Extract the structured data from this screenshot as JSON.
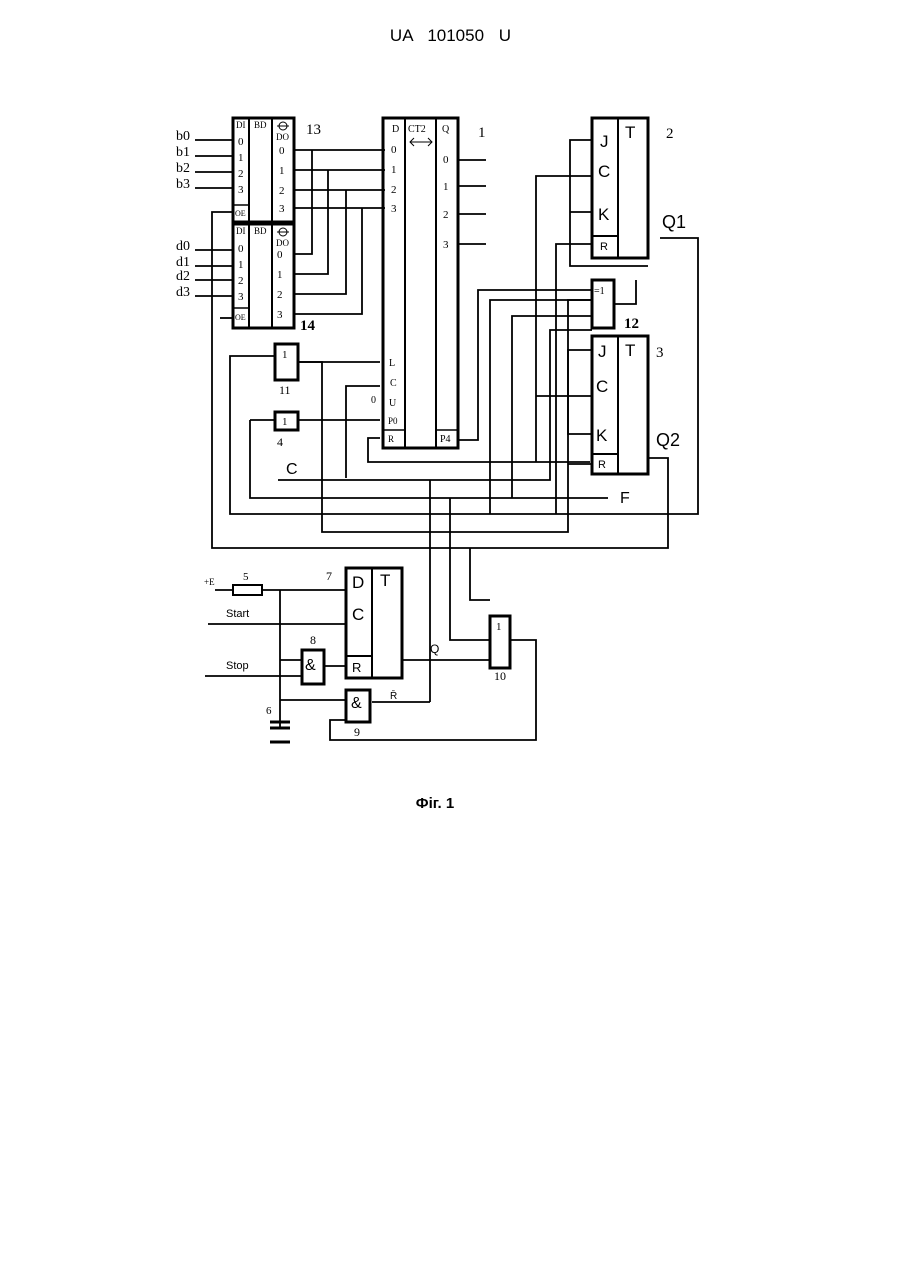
{
  "header": {
    "doc_id": "UA   101050   U"
  },
  "caption": "Фіг. 1",
  "diagram": {
    "inputs_b": [
      "b0",
      "b1",
      "b2",
      "b3"
    ],
    "inputs_d": [
      "d0",
      "d1",
      "d2",
      "d3"
    ],
    "mux13": {
      "number": "13",
      "col_di": "DI",
      "col_bd": "BD",
      "col_do": "DO",
      "pins": [
        "0",
        "1",
        "2",
        "3"
      ],
      "oe": "OE"
    },
    "mux14": {
      "number": "14",
      "col_di": "DI",
      "col_bd": "BD",
      "col_do": "DO",
      "pins": [
        "0",
        "1",
        "2",
        "3"
      ],
      "oe": "OE"
    },
    "counter1": {
      "number": "1",
      "col_d": "D",
      "title": "CT2",
      "col_q": "Q",
      "pins_in": [
        "0",
        "1",
        "2",
        "3"
      ],
      "pins_out": [
        "0",
        "1",
        "2",
        "3"
      ],
      "ctrl": [
        "L",
        "C",
        "U",
        "P0",
        "R"
      ],
      "u_value": "0",
      "carry": "P4"
    },
    "ff2": {
      "number": "2",
      "type": "T",
      "pins": [
        "J",
        "C",
        "K",
        "R"
      ],
      "output": "Q1"
    },
    "ff3": {
      "number": "3",
      "type": "T",
      "pins": [
        "J",
        "C",
        "K",
        "R"
      ],
      "output": "Q2"
    },
    "xor12": {
      "number": "12",
      "symbol": "=1"
    },
    "gate11": {
      "number": "11",
      "symbol": "1"
    },
    "gate4": {
      "number": "4",
      "symbol": "1"
    },
    "signal_c": "C",
    "signal_f": "F",
    "res5": {
      "number": "5",
      "supply": "+E"
    },
    "cap6": {
      "number": "6"
    },
    "dff7": {
      "number": "7",
      "type": "T",
      "pins": [
        "D",
        "C",
        "R"
      ],
      "output": "Q",
      "output_inv": "R̄"
    },
    "and8": {
      "number": "8",
      "symbol": "&"
    },
    "and9": {
      "number": "9",
      "symbol": "&"
    },
    "or10": {
      "number": "10",
      "symbol": "1"
    },
    "start_label": "Start",
    "stop_label": "Stop"
  }
}
